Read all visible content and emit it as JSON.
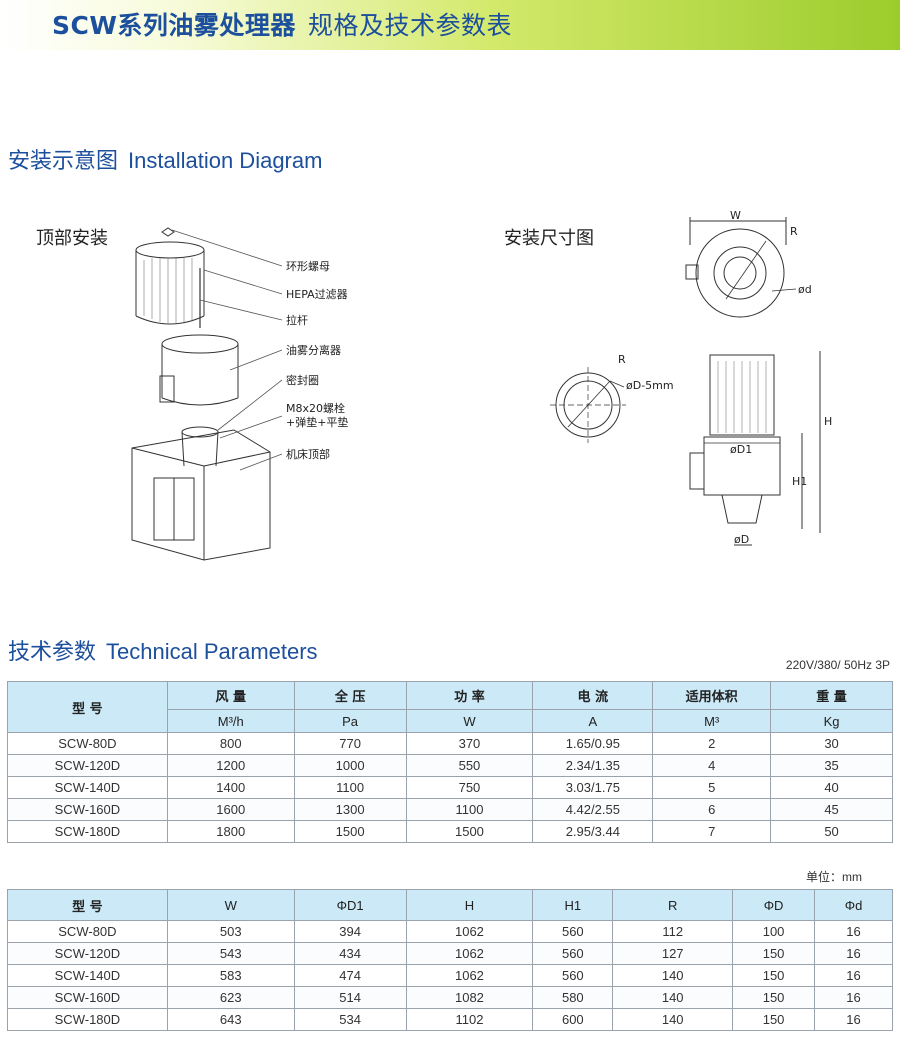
{
  "header": {
    "title_bold": "SCW系列油雾处理器",
    "title_normal": "规格及技术参数表"
  },
  "installation": {
    "heading_zh": "安装示意图",
    "heading_en": "Installation Diagram",
    "left_caption": "顶部安装",
    "right_caption": "安装尺寸图",
    "labels": [
      "环形螺母",
      "HEPA过滤器",
      "拉杆",
      "油雾分离器",
      "密封圈",
      "M8x20螺栓",
      "+弹垫+平垫",
      "机床顶部"
    ],
    "dimension_marks": {
      "w": "W",
      "r": "R",
      "d_small": "ød",
      "d_hole": "øD-5mm",
      "h": "H",
      "h1": "H1",
      "d1": "øD1",
      "d": "øD"
    }
  },
  "technical": {
    "heading_zh": "技术参数",
    "heading_en": "Technical Parameters",
    "voltage_note": "220V/380/ 50Hz  3P",
    "table1": {
      "model_header": "型 号",
      "headers": [
        "风 量",
        "全 压",
        "功 率",
        "电 流",
        "适用体积",
        "重 量"
      ],
      "units": [
        "M³/h",
        "Pa",
        "W",
        "A",
        "M³",
        "Kg"
      ],
      "rows": [
        [
          "SCW-80D",
          "800",
          "770",
          "370",
          "1.65/0.95",
          "2",
          "30"
        ],
        [
          "SCW-120D",
          "1200",
          "1000",
          "550",
          "2.34/1.35",
          "4",
          "35"
        ],
        [
          "SCW-140D",
          "1400",
          "1100",
          "750",
          "3.03/1.75",
          "5",
          "40"
        ],
        [
          "SCW-160D",
          "1600",
          "1300",
          "1100",
          "4.42/2.55",
          "6",
          "45"
        ],
        [
          "SCW-180D",
          "1800",
          "1500",
          "1500",
          "2.95/3.44",
          "7",
          "50"
        ]
      ]
    },
    "unit_note": "单位：mm",
    "table2": {
      "headers": [
        "型 号",
        "W",
        "ΦD1",
        "H",
        "H1",
        "R",
        "ΦD",
        "Φd"
      ],
      "rows": [
        [
          "SCW-80D",
          "503",
          "394",
          "1062",
          "560",
          "112",
          "100",
          "16"
        ],
        [
          "SCW-120D",
          "543",
          "434",
          "1062",
          "560",
          "127",
          "150",
          "16"
        ],
        [
          "SCW-140D",
          "583",
          "474",
          "1062",
          "560",
          "140",
          "150",
          "16"
        ],
        [
          "SCW-160D",
          "623",
          "514",
          "1082",
          "580",
          "140",
          "150",
          "16"
        ],
        [
          "SCW-180D",
          "643",
          "534",
          "1102",
          "600",
          "140",
          "150",
          "16"
        ]
      ]
    }
  }
}
